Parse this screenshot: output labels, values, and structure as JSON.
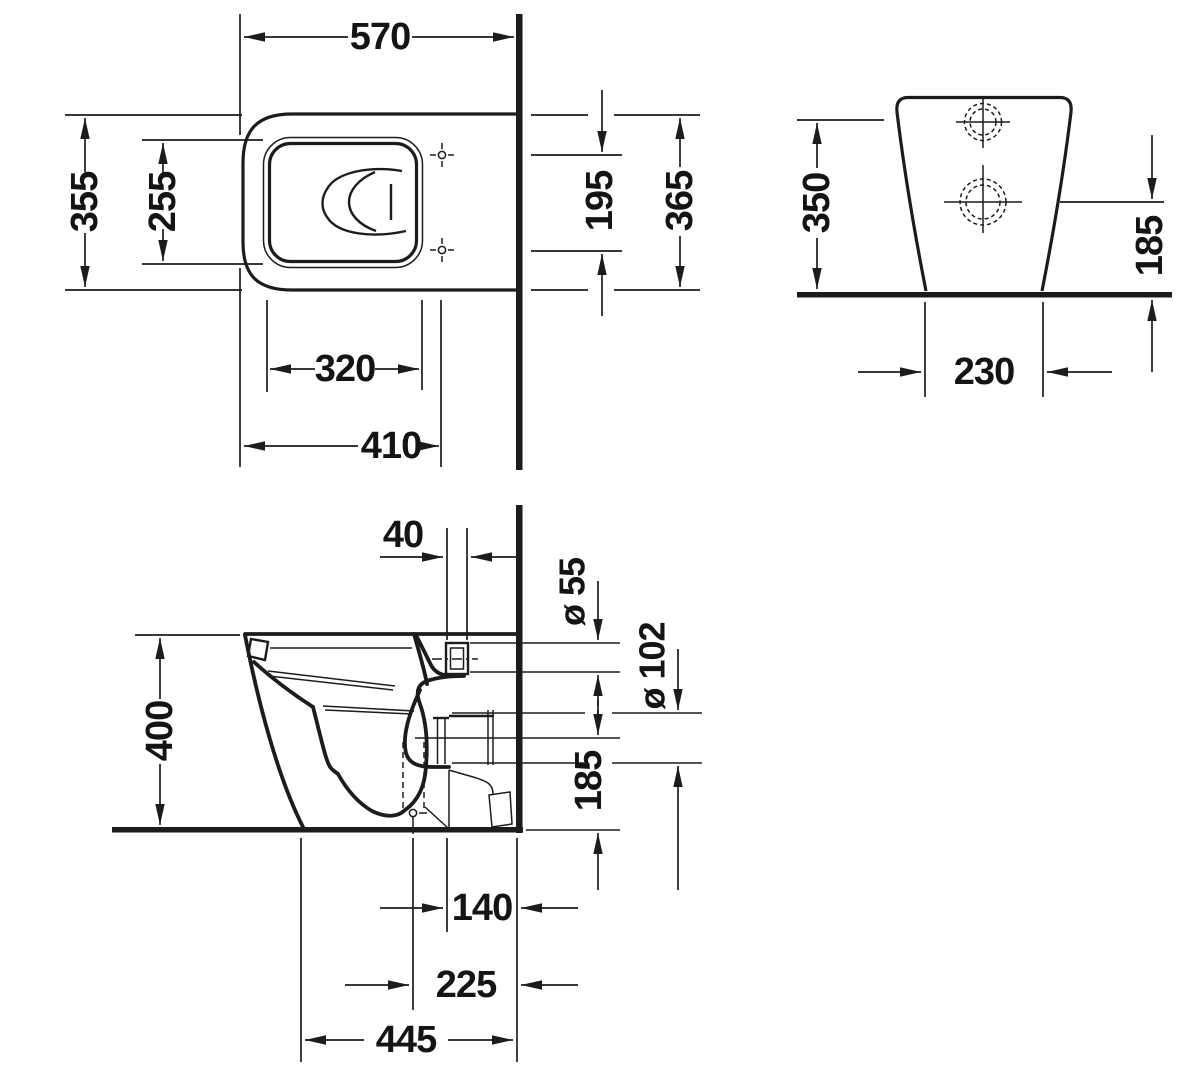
{
  "accent_color": "#1c1c1c",
  "views": {
    "plan": {
      "dims": {
        "overall_depth": "570",
        "overall_width": "355",
        "bowl_inner_width": "255",
        "bowl_inner_length": "320",
        "front_to_fixing_holes": "410",
        "fixing_hole_spacing": "195",
        "edge_to_wall": "365"
      }
    },
    "rear": {
      "dims": {
        "inlet_height": "350",
        "outlet_center_height": "185",
        "base_width": "230"
      }
    },
    "section": {
      "dims": {
        "inlet_offset": "40",
        "inlet_diameter": "ø 55",
        "outlet_diameter": "ø 102",
        "outlet_center_height": "185",
        "rim_height": "400",
        "outlet_to_wall": "140",
        "floor_outlet_to_wall": "225",
        "base_depth": "445"
      }
    }
  }
}
